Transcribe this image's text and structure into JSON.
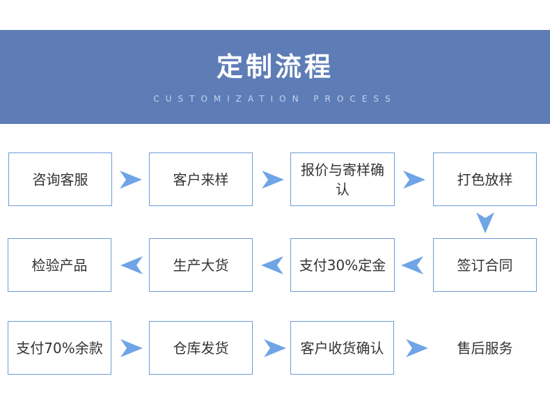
{
  "header": {
    "title": "定制流程",
    "subtitle": "CUSTOMIZATION PROCESS"
  },
  "colors": {
    "banner": "#5e7db6",
    "box_border": "#6d9ad6",
    "arrow": "#6fa4e6"
  },
  "flow": {
    "row1": [
      {
        "label": "咨询客服"
      },
      {
        "label": "客户来样"
      },
      {
        "label": "报价与寄样确认"
      },
      {
        "label": "打色放样"
      }
    ],
    "row2": [
      {
        "label": "签订合同"
      },
      {
        "label": "支付30%定金"
      },
      {
        "label": "生产大货"
      },
      {
        "label": "检验产品"
      }
    ],
    "row3": [
      {
        "label": "支付70%余款"
      },
      {
        "label": "仓库发货"
      },
      {
        "label": "客户收货确认"
      },
      {
        "label": "售后服务"
      }
    ]
  }
}
